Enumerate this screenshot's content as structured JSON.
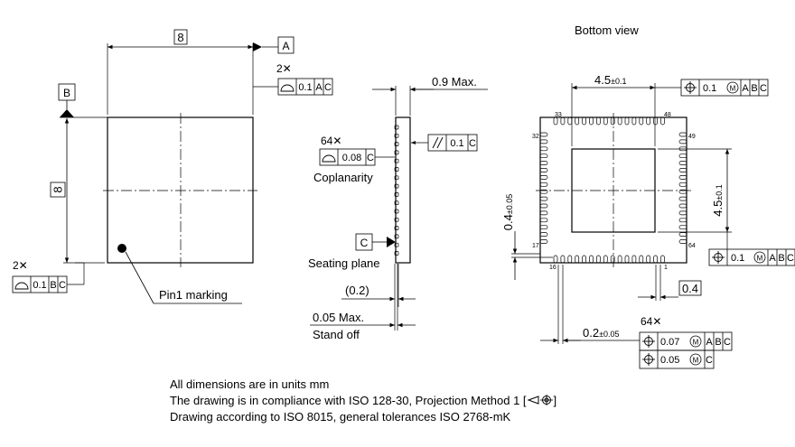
{
  "labels": {
    "bottom_view": "Bottom view",
    "pin1_marking": "Pin1 marking",
    "coplanarity": "Coplanarity",
    "seating_plane": "Seating plane",
    "stand_off": "Stand off"
  },
  "top_view": {
    "width": "8",
    "height": "8",
    "datum_a": "A",
    "datum_b": "B",
    "count_2x_top": "2✕",
    "fcf_top": [
      "0.1",
      "A",
      "C"
    ],
    "count_2x_bottom": "2✕",
    "fcf_bottom": [
      "0.1",
      "B",
      "C"
    ]
  },
  "side_view": {
    "max_height": "0.9 Max.",
    "count_64x": "64✕",
    "coplanarity_value": "0.08",
    "coplanarity_datum": "C",
    "parallel_value": "0.1",
    "parallel_datum": "C",
    "datum_c": "C",
    "lead_thickness": "(0.2)",
    "standoff_max": "0.05 Max."
  },
  "bottom_view": {
    "pad_width_main": "4.5",
    "pad_width_tol": "±0.1",
    "pad_height_main": "4.5",
    "pad_height_tol": "±0.1",
    "fcf_top": [
      "0.1",
      "A",
      "B",
      "C"
    ],
    "fcf_right": [
      "0.1",
      "A",
      "B",
      "C"
    ],
    "pin_33": "33",
    "pin_48": "48",
    "pin_32": "32",
    "pin_49": "49",
    "pin_17": "17",
    "pin_64": "64",
    "pin_16": "16",
    "pin_1": "1",
    "pitch": "0.4",
    "edge_main": "0.4",
    "edge_tol": "±0.05",
    "lead_w_main": "0.2",
    "lead_w_tol": "±0.05",
    "count_64x": "64✕",
    "fcf_lead_1": [
      "0.07",
      "A",
      "B",
      "C"
    ],
    "fcf_lead_2": [
      "0.05",
      "C"
    ]
  },
  "notes": [
    "All dimensions are in units mm",
    "The drawing is in compliance with ISO 128-30, Projection Method 1 [",
    "]",
    "Drawing according to ISO 8015, general tolerances ISO 2768-mK"
  ]
}
